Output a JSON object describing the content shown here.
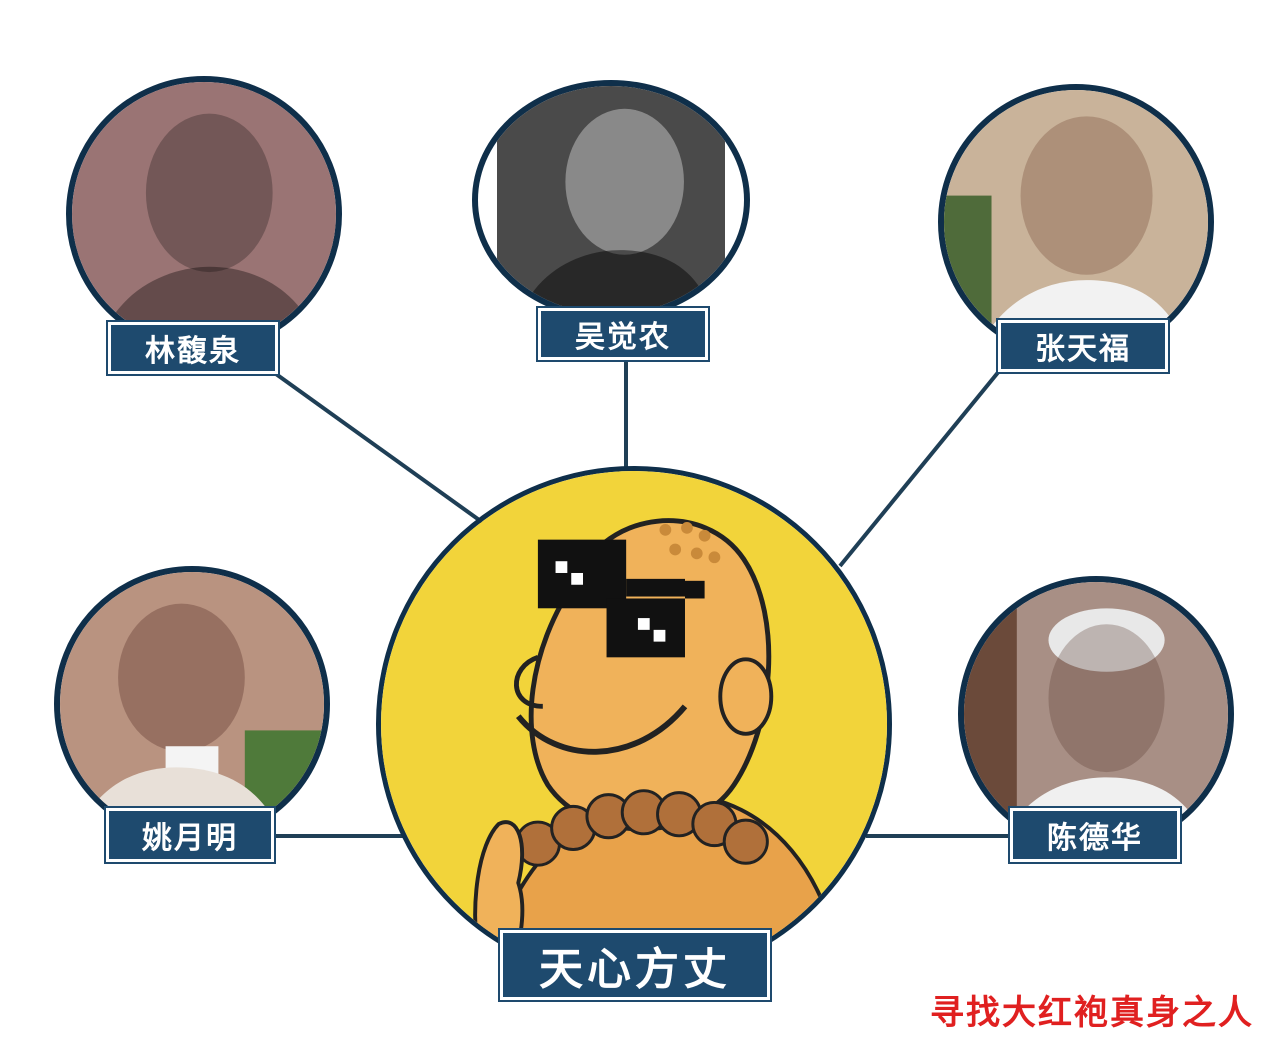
{
  "center": {
    "name": "天心方丈",
    "background": "#f2d43a"
  },
  "people": [
    {
      "name": "林馥泉",
      "tone": "#9a7474"
    },
    {
      "name": "吴觉农",
      "tone": "#4a4a4a"
    },
    {
      "name": "张天福",
      "tone": "#c9b39a"
    },
    {
      "name": "姚月明",
      "tone": "#b99380"
    },
    {
      "name": "陈德华",
      "tone": "#a88f85"
    }
  ],
  "caption": "寻找大红袍真身之人",
  "colors": {
    "label_bg": "#1e4a6e",
    "line": "#1f3f56",
    "circle_border": "#0f2f4a",
    "caption": "#e02020"
  }
}
